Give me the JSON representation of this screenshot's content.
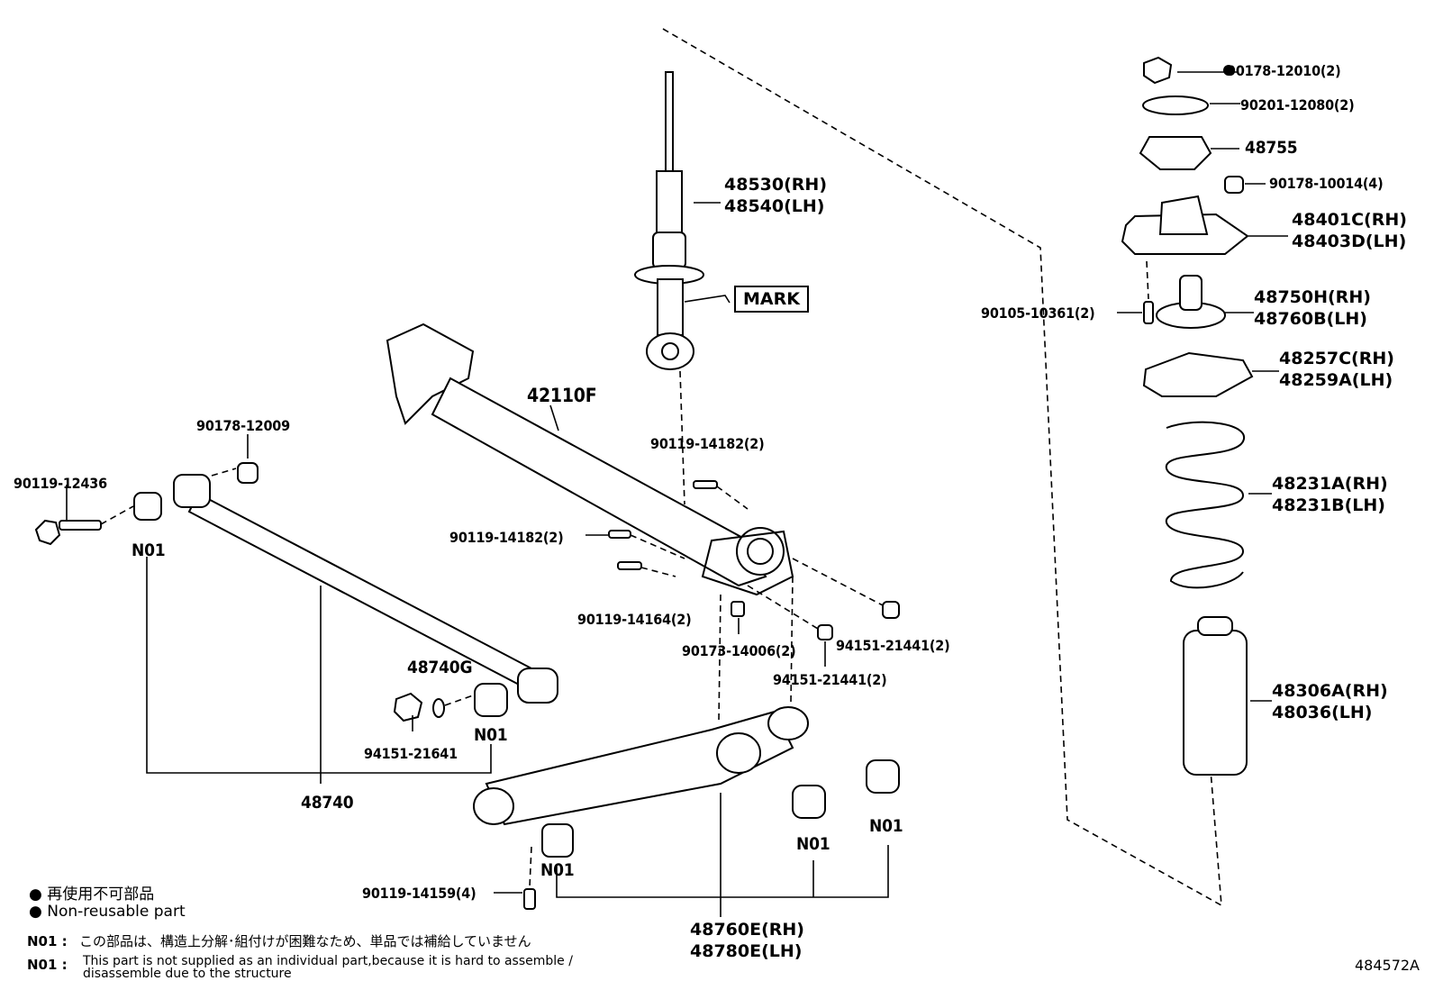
{
  "labels": {
    "shock_rh": "48530(RH)",
    "shock_lh": "48540(LH)",
    "mark": "MARK",
    "axle_beam": "42110F",
    "bolt_90119_12436": "90119-12436",
    "nut_90178_12009": "90178-12009",
    "n01_a": "N01",
    "n01_b": "N01",
    "n01_c": "N01",
    "n01_d": "N01",
    "n01_e": "N01",
    "rod_48740": "48740",
    "bushing_48740g": "48740G",
    "nut_94151_21641": "94151-21641",
    "bolt_14182_a": "90119-14182(2)",
    "bolt_14182_b": "90119-14182(2)",
    "bolt_14164": "90119-14164(2)",
    "nut_14006": "90173-14006(2)",
    "nut_21441_a": "94151-21441(2)",
    "nut_21441_b": "94151-21441(2)",
    "bolt_14159": "90119-14159(4)",
    "arm_rh": "48760E(RH)",
    "arm_lh": "48780E(LH)",
    "nut_12010": "90178-12010(2)",
    "washer_12080": "90201-12080(2)",
    "cushion_48755": "48755",
    "nut_10014": "90178-10014(4)",
    "support_rh": "48401C(RH)",
    "support_lh": "48403D(LH)",
    "bolt_10361": "90105-10361(2)",
    "bumper_rh": "48750H(RH)",
    "bumper_lh": "48760B(LH)",
    "insulator_rh": "48257C(RH)",
    "insulator_lh": "48259A(LH)",
    "spring_rh": "48231A(RH)",
    "spring_lh": "48231B(LH)",
    "boot_rh": "48306A(RH)",
    "boot_lh": "48036(LH)"
  },
  "legend": {
    "jp": "● 再使用不可部品",
    "en": "● Non-reusable part"
  },
  "notes": {
    "tag": "N01 :",
    "jp": "この部品は、構造上分解･組付けが困難なため、単品では補給していません",
    "en_line1": "This part is not supplied as an individual part,because it is hard to assemble /",
    "en_line2": "disassemble due to the structure"
  },
  "illustration_code": "484572A"
}
